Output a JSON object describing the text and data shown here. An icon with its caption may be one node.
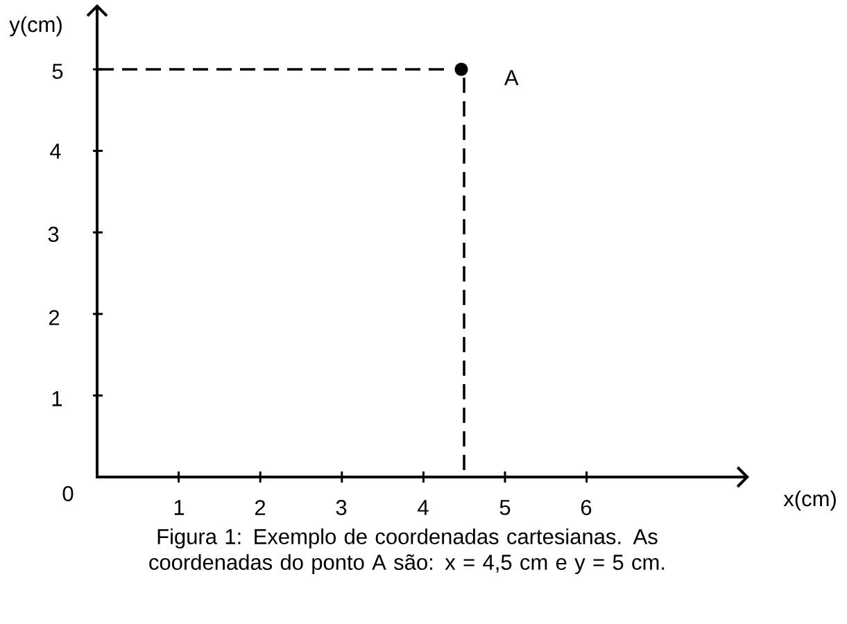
{
  "diagram": {
    "caption": "Figura 1: Exemplo de coordenadas cartesianas. As coordenadas do ponto A são: x = 4,5 cm e y = 5 cm.",
    "nodes": [
      {
        "text": [],
        "shape": "circle",
        "beside": [
          "A"
        ]
      }
    ],
    "labels": [
      "y(cm)",
      "5",
      "4",
      "3",
      "2",
      "1",
      "0",
      "1",
      "2",
      "3",
      "4",
      "5",
      "6",
      "x(cm)"
    ]
  }
}
